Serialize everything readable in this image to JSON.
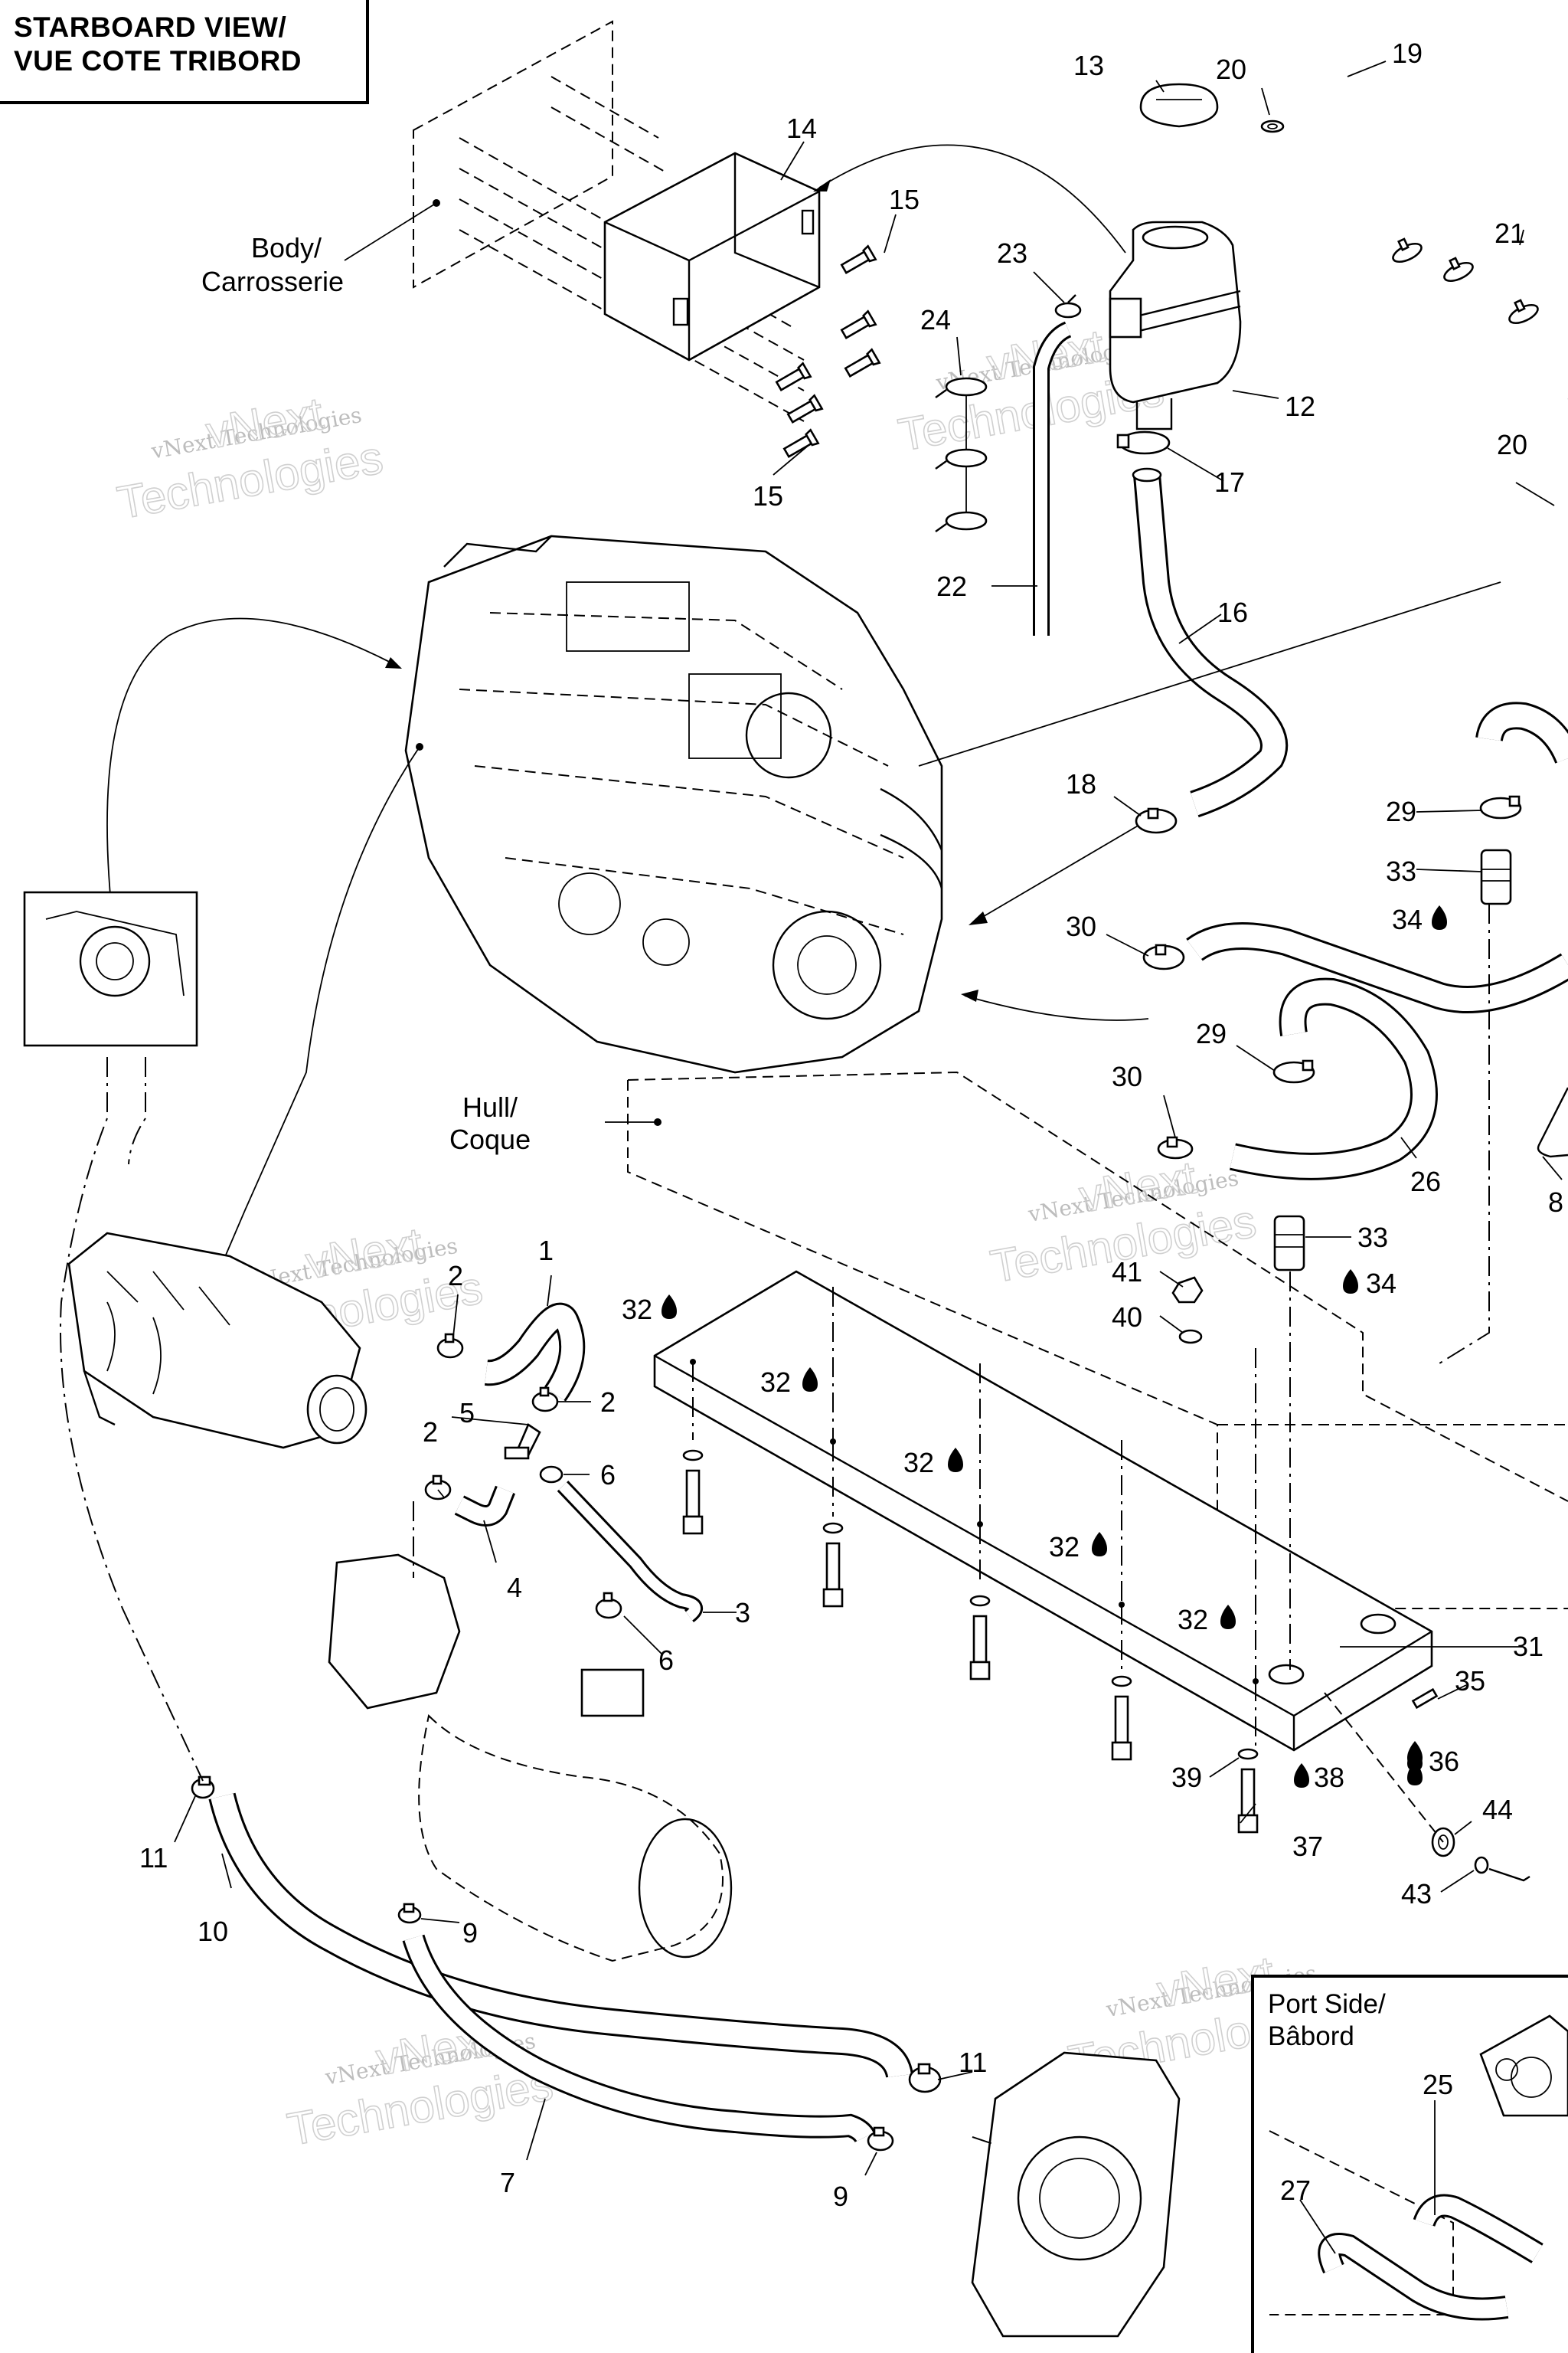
{
  "title": {
    "line1": "STARBOARD VIEW/",
    "line2": "VUE COTE TRIBORD"
  },
  "inset": {
    "line1": "Port Side/",
    "line2": "Bâbord"
  },
  "labels": {
    "body_line1": "Body/",
    "body_line2": "Carrosserie",
    "hull_line1": "Hull/",
    "hull_line2": "Coque"
  },
  "watermark": {
    "small": "vNext Technologies",
    "large_line1": "vNext",
    "large_line2": "Technologies"
  },
  "callouts": {
    "c1": "1",
    "c2a": "2",
    "c2b": "2",
    "c2c": "2",
    "c3": "3",
    "c4": "4",
    "c5": "5",
    "c6a": "6",
    "c6b": "6",
    "c7": "7",
    "c8": "8",
    "c9a": "9",
    "c9b": "9",
    "c10": "10",
    "c11a": "11",
    "c11b": "11",
    "c12": "12",
    "c13": "13",
    "c14": "14",
    "c15a": "15",
    "c15b": "15",
    "c16": "16",
    "c17": "17",
    "c18": "18",
    "c19": "19",
    "c20a": "20",
    "c20b": "20",
    "c21": "21",
    "c22": "22",
    "c23": "23",
    "c24": "24",
    "c25": "25",
    "c26": "26",
    "c27": "27",
    "c29a": "29",
    "c29b": "29",
    "c30a": "30",
    "c30b": "30",
    "c31": "31",
    "c32a": "32",
    "c32b": "32",
    "c32c": "32",
    "c32d": "32",
    "c32e": "32",
    "c33a": "33",
    "c33b": "33",
    "c34a": "34",
    "c34b": "34",
    "c35": "35",
    "c36": "36",
    "c37": "37",
    "c38": "38",
    "c39": "39",
    "c40": "40",
    "c41": "41",
    "c43": "43",
    "c44": "44"
  },
  "icons": {
    "sealant_drop": "drop-icon"
  }
}
